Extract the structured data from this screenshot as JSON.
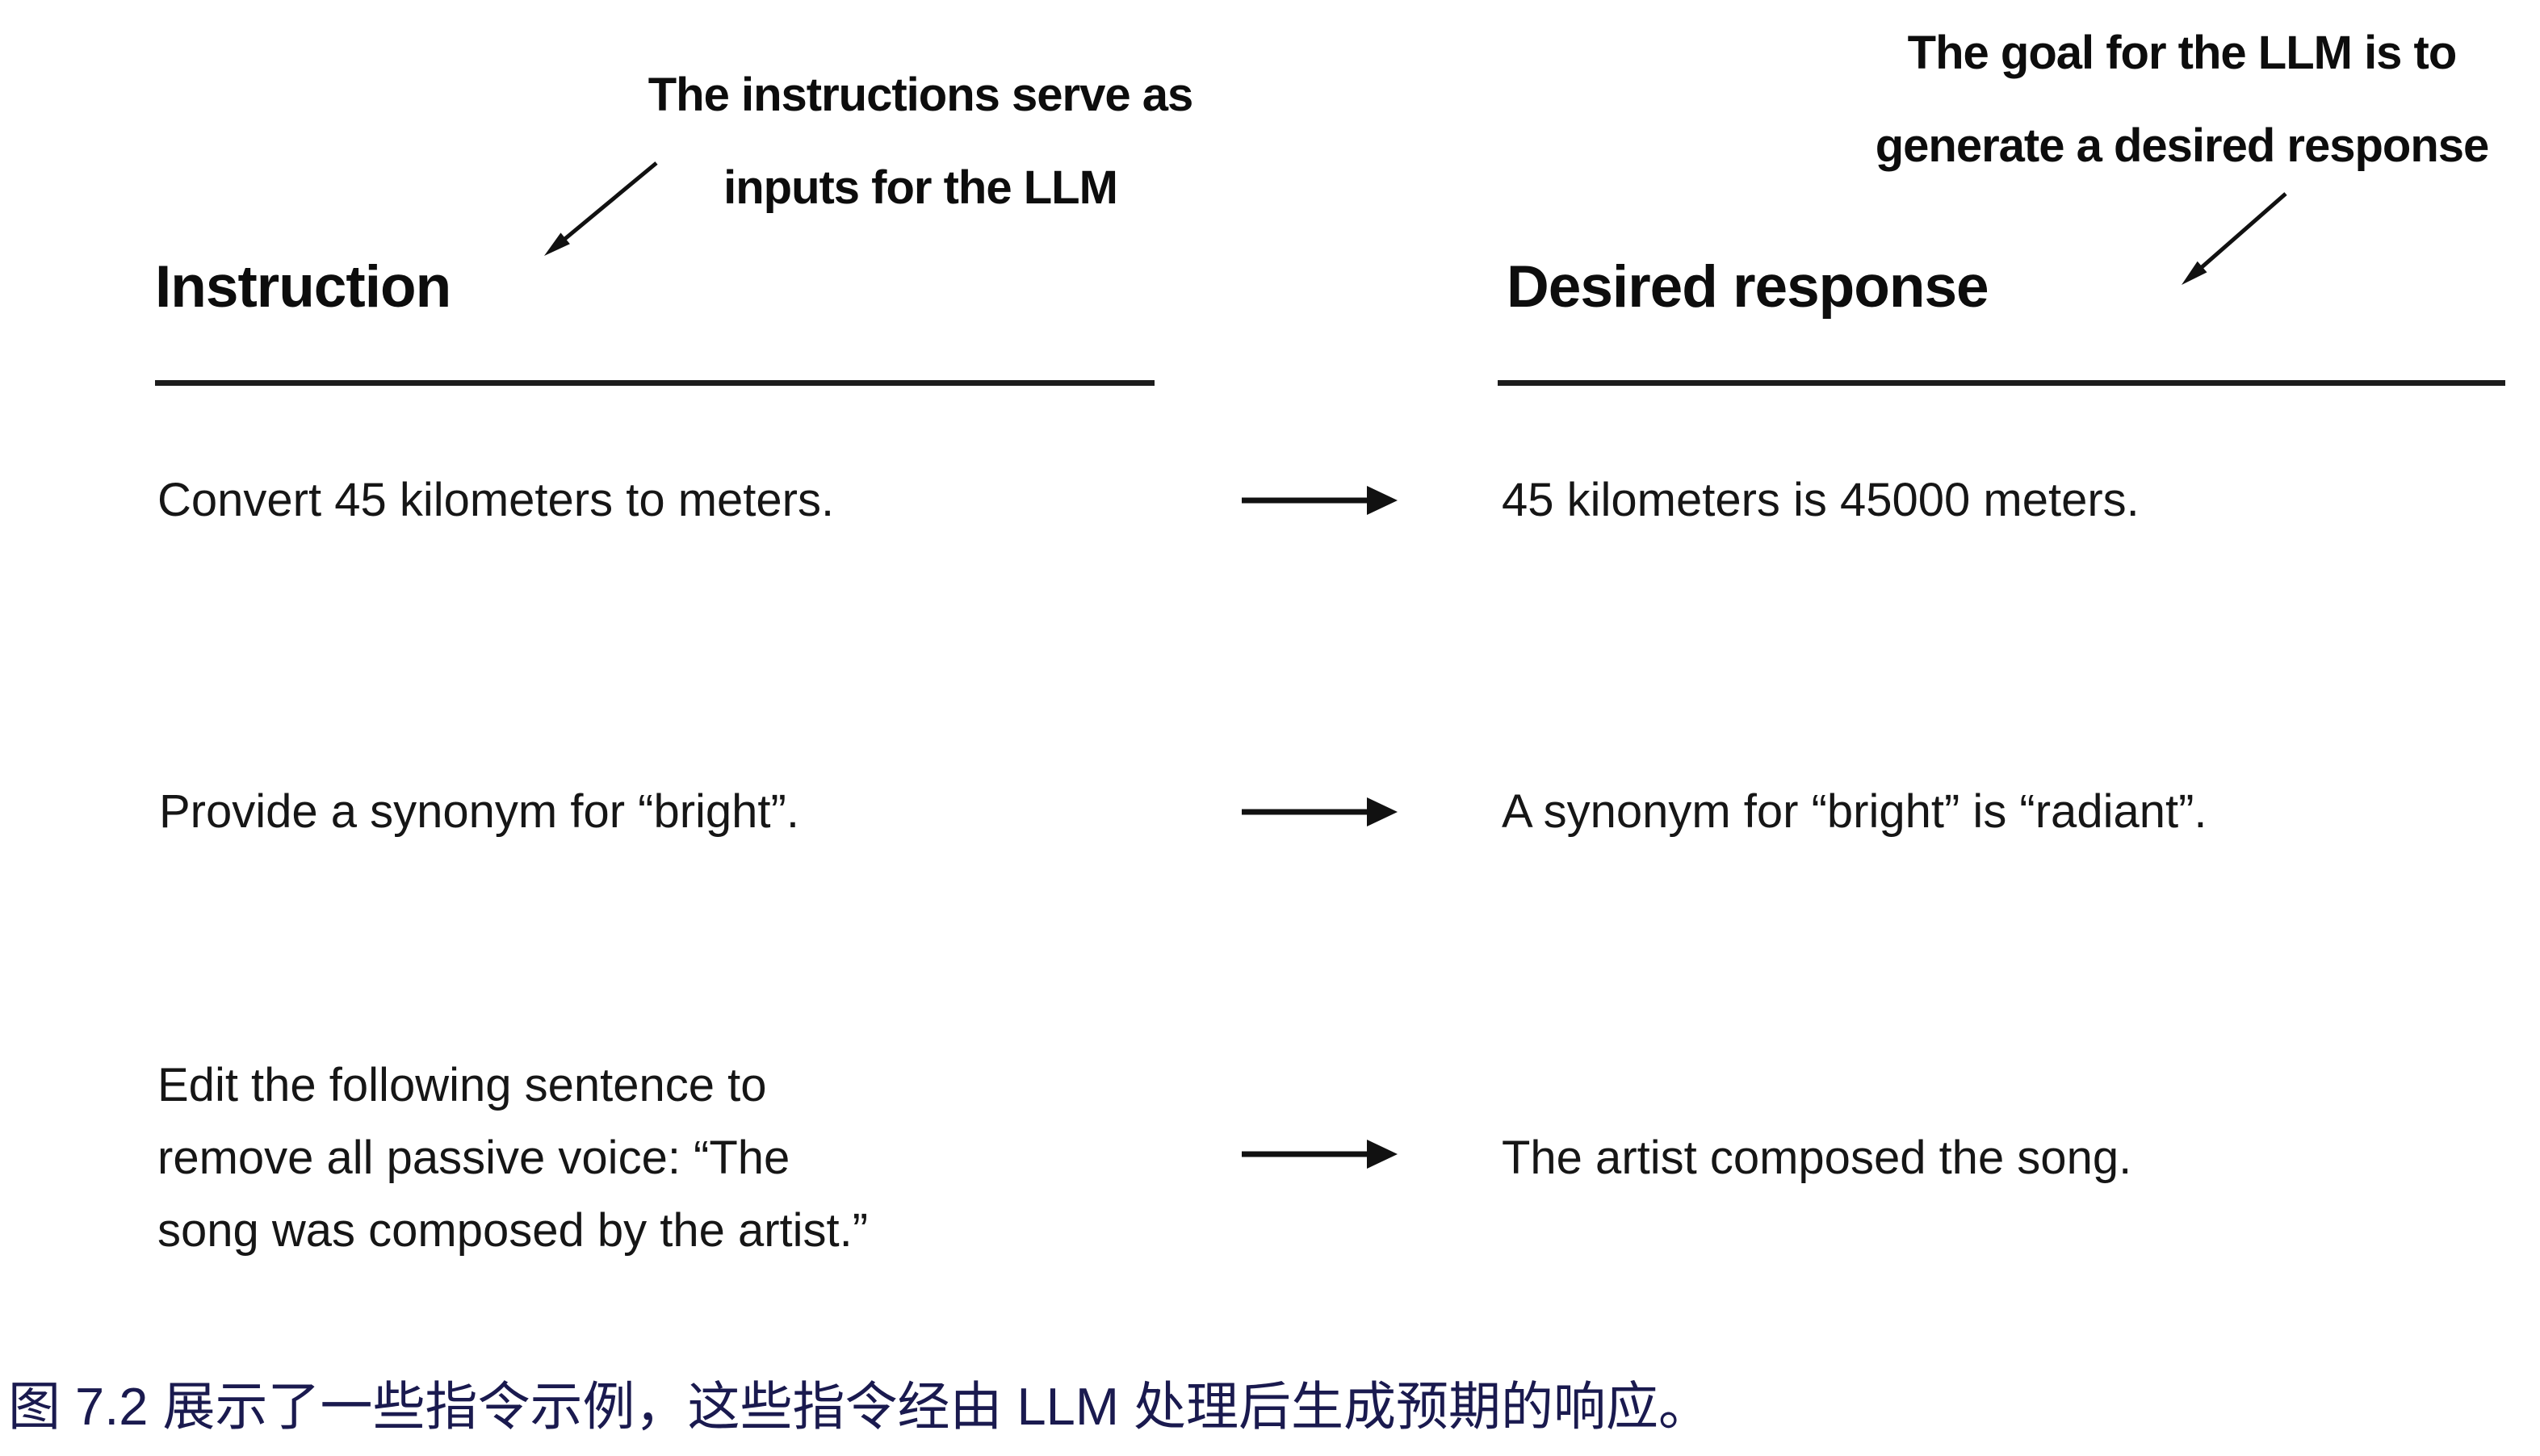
{
  "figure": {
    "annotation_left": {
      "line1": "The instructions serve as",
      "line2": "inputs for the LLM"
    },
    "annotation_right": {
      "line1": "The goal for the LLM is to",
      "line2": "generate a desired response"
    },
    "headers": {
      "instruction": "Instruction",
      "desired_response": "Desired response"
    },
    "rows": [
      {
        "instruction": "Convert 45 kilometers to meters.",
        "instruction_lines": [
          "Convert 45 kilometers to meters."
        ],
        "response": "45 kilometers is 45000 meters."
      },
      {
        "instruction": "Provide a synonym for “bright”.",
        "instruction_lines": [
          "Provide a synonym for “bright”."
        ],
        "response": "A synonym for “bright” is “radiant”."
      },
      {
        "instruction": "Edit the following sentence to remove all passive voice: “The song was composed by the artist.”",
        "instruction_lines": [
          "Edit the following sentence to",
          "remove all passive voice: “The",
          "song was composed by the artist.”"
        ],
        "response": "The artist composed the song."
      }
    ],
    "caption": "图 7.2 展示了一些指令示例，这些指令经由 LLM 处理后生成预期的响应。",
    "icons": {
      "row_arrow": "arrow-right",
      "annotation_left_arrow": "arrow-down-left",
      "annotation_right_arrow": "arrow-down-left"
    },
    "colors": {
      "background": "#ffffff",
      "text": "#161616",
      "headers": "#0d0d0d",
      "rule": "#1c1c1c",
      "caption": "#1a1a4f"
    }
  }
}
